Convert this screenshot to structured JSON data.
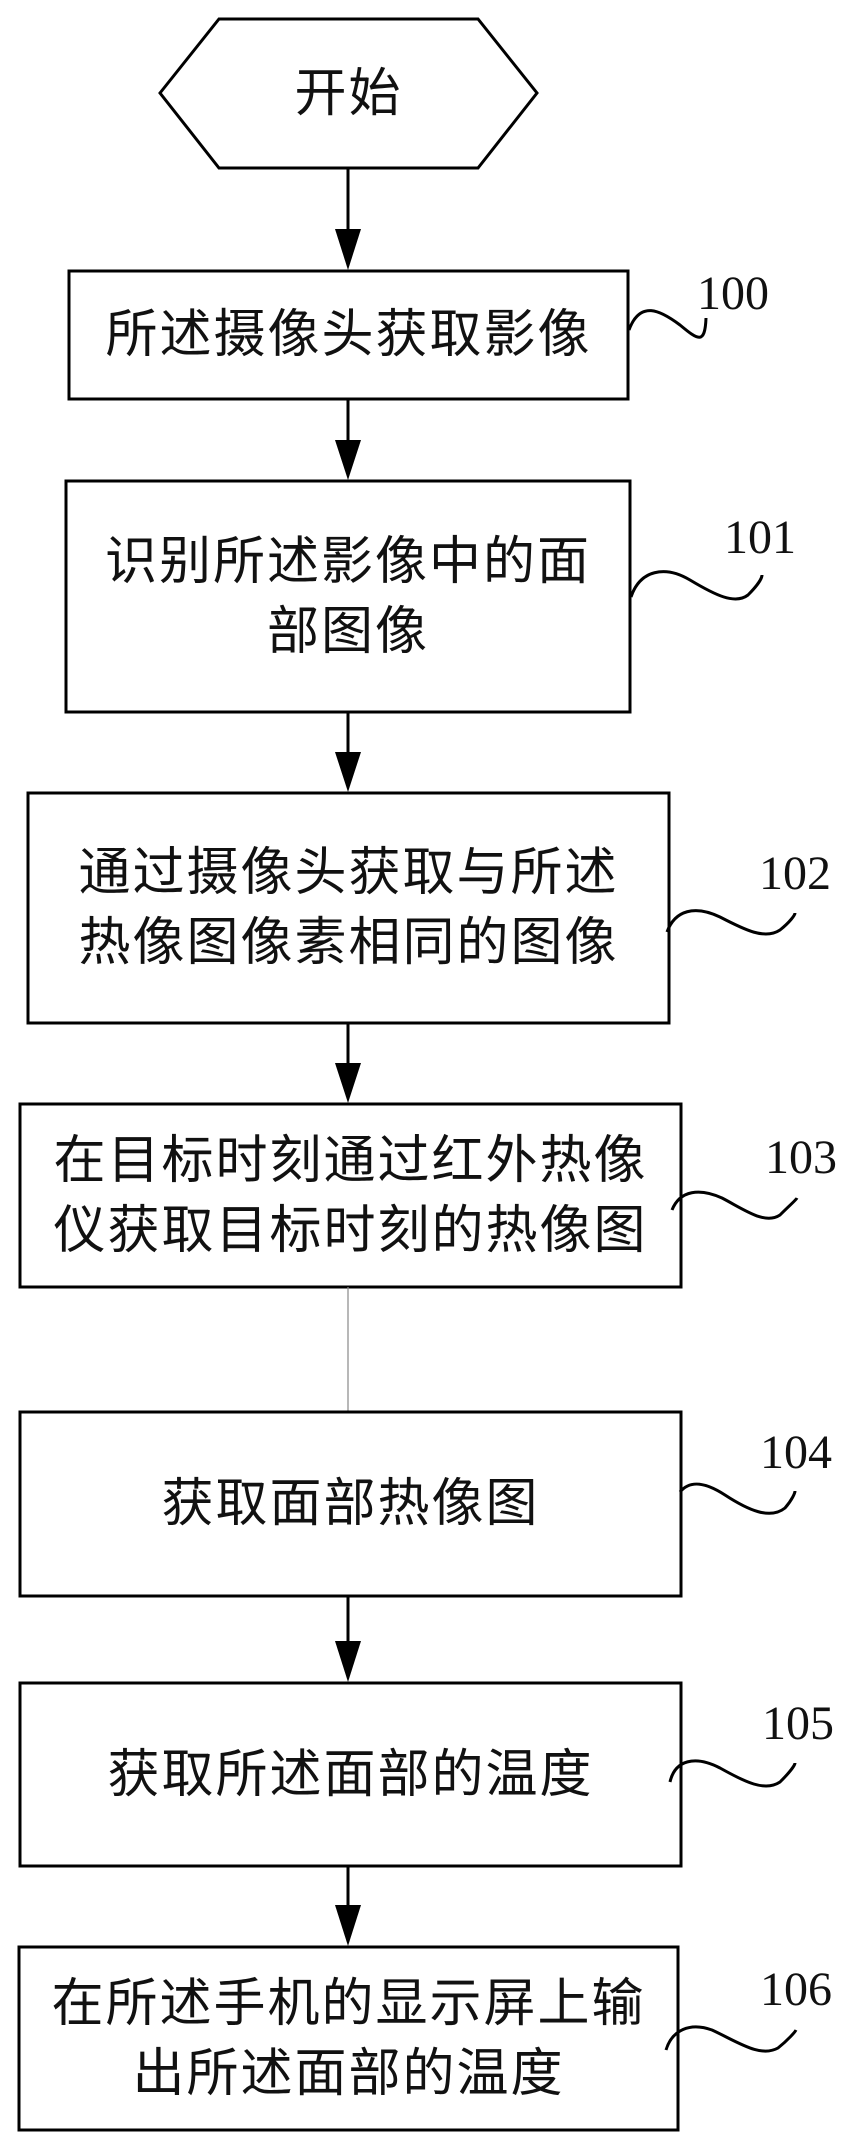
{
  "diagram": {
    "type": "flowchart",
    "start": {
      "label": "开始"
    },
    "steps": [
      {
        "id": "100",
        "label": "所述摄像头获取影像"
      },
      {
        "id": "101",
        "label": "识别所述影像中的面部图像"
      },
      {
        "id": "102",
        "label": "通过摄像头获取与所述热像图像素相同的图像"
      },
      {
        "id": "103",
        "label": "在目标时刻通过红外热像仪获取目标时刻的热像图"
      },
      {
        "id": "104",
        "label": "获取面部热像图"
      },
      {
        "id": "105",
        "label": "获取所述面部的温度"
      },
      {
        "id": "106",
        "label": "在所述手机的显示屏上输出所述面部的温度"
      }
    ],
    "edges": [
      {
        "from": "start",
        "to": "100",
        "arrow": true
      },
      {
        "from": "100",
        "to": "101",
        "arrow": true
      },
      {
        "from": "101",
        "to": "102",
        "arrow": true
      },
      {
        "from": "102",
        "to": "103",
        "arrow": true
      },
      {
        "from": "103",
        "to": "104",
        "arrow": false
      },
      {
        "from": "104",
        "to": "105",
        "arrow": true
      },
      {
        "from": "105",
        "to": "106",
        "arrow": true
      }
    ],
    "colors": {
      "stroke": "#000000",
      "thin_connector": "#888888",
      "background": "#ffffff"
    }
  },
  "text": {
    "start": "开始",
    "s100": "所述摄像头获取影像",
    "s101_l1": "识别所述影像中的面",
    "s101_l2": "部图像",
    "s102_l1": "通过摄像头获取与所述",
    "s102_l2": "热像图像素相同的图像",
    "s103_l1": "在目标时刻通过红外热像",
    "s103_l2": "仪获取目标时刻的热像图",
    "s104": "获取面部热像图",
    "s105": "获取所述面部的温度",
    "s106_l1": "在所述手机的显示屏上输",
    "s106_l2": "出所述面部的温度",
    "ref100": "100",
    "ref101": "101",
    "ref102": "102",
    "ref103": "103",
    "ref104": "104",
    "ref105": "105",
    "ref106": "106"
  }
}
